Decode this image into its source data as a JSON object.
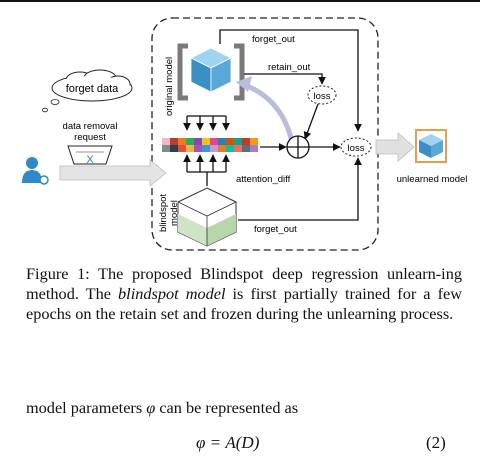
{
  "diagram": {
    "forget_data": "forget data",
    "removal_request_line1": "data removal",
    "removal_request_line2": "request",
    "original_model": "original model",
    "blindspot_model_line1": "blindspot",
    "blindspot_model_line2": "model",
    "forget_out_top": "forget_out",
    "retain_out": "retain_out",
    "loss_small": "loss",
    "loss_right": "loss",
    "attention_diff": "attention_diff",
    "forget_out_bottom": "forget_out",
    "unlearned_model": "unlearned model",
    "plus_symbol": "+",
    "cross_symbol": "X"
  },
  "caption": {
    "lead": "Figure 1: The proposed Blindspot deep regression unlearn-ing method. The ",
    "italic": "blindspot model",
    "rest": " is first partially trained for a few epochs on the retain set and frozen during the unlearning process."
  },
  "paragraph": {
    "before": "model parameters ",
    "symbol": "φ",
    "after": " can be represented as"
  },
  "equation": {
    "expression": "φ = A(D)",
    "number": "(2)"
  },
  "colors": {
    "cube_blue": "#5aa8d8",
    "cube_light_blue": "#8ec9ea",
    "bracket_gray": "#7a7a7a",
    "arrow_lavender": "#b8bddb",
    "arrow_gray": "#d4d4d4",
    "user_blue": "#2f88c8",
    "green_fill": "#d3e8cd",
    "orange_frame": "#e2a050"
  }
}
